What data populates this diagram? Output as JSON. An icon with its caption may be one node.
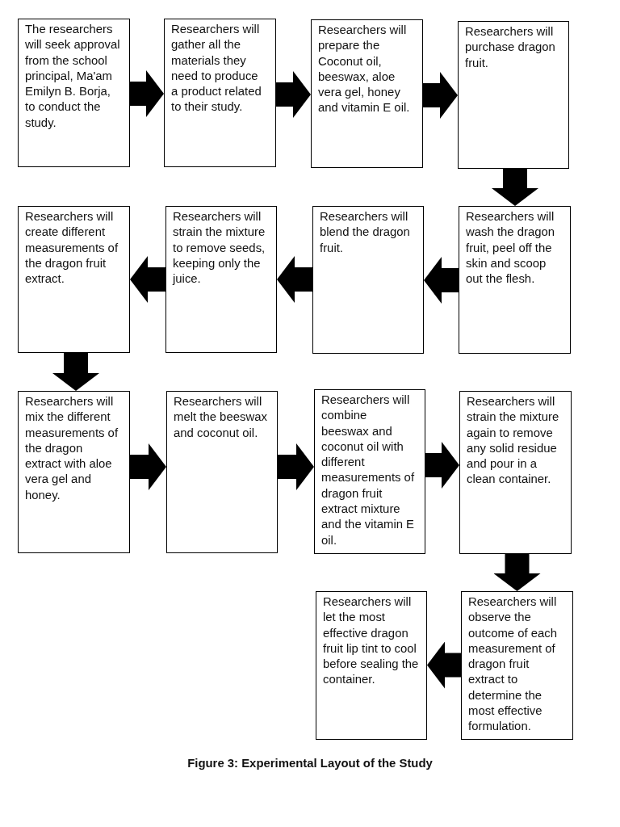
{
  "diagram": {
    "caption": "Figure 3: Experimental Layout of the Study",
    "nodes": [
      {
        "text": [
          "The researchers will seek approval from the school principal, Ma'am Emilyn B. Borja, to conduct the study."
        ]
      },
      {
        "text": [
          "Researchers will gather all the materials they need to produce a product related to their study."
        ]
      },
      {
        "text": [
          "Researchers will prepare the Coconut oil, beeswax, aloe vera gel, honey and vitamin E oil."
        ]
      },
      {
        "text": [
          "Researchers will purchase dragon fruit."
        ]
      },
      {
        "text": [
          "Researchers will wash the dragon fruit, peel off the skin and scoop out the flesh."
        ]
      },
      {
        "text": [
          "Researchers will blend the dragon fruit."
        ]
      },
      {
        "text": [
          "Researchers will strain the mixture to remove seeds, keeping only the juice."
        ]
      },
      {
        "text": [
          "Researchers will create different measurements of the dragon fruit extract."
        ]
      },
      {
        "text": [
          "Researchers will mix the different measurements of the dragon extract with aloe vera gel and honey."
        ]
      },
      {
        "text": [
          "Researchers will melt the beeswax and coconut oil."
        ]
      },
      {
        "text": [
          "Researchers will combine beeswax and coconut oil with different measurements of dragon fruit extract mixture and the vitamin E oil."
        ]
      },
      {
        "text": [
          "Researchers will strain the mixture again to remove any solid residue and pour in a clean container."
        ]
      },
      {
        "text": [
          "Researchers will observe the outcome of each measurement of dragon fruit extract to determine the most effective formulation."
        ]
      },
      {
        "text": [
          "Researchers will let the most effective dragon fruit lip tint to cool before sealing the container."
        ]
      }
    ],
    "edges": [
      {
        "from": 0,
        "to": 1,
        "arrow": "to"
      },
      {
        "from": 1,
        "to": 2,
        "arrow": "to"
      },
      {
        "from": 2,
        "to": 3,
        "arrow": "to"
      },
      {
        "from": 3,
        "to": 4,
        "arrow": "to"
      },
      {
        "from": 4,
        "to": 5,
        "arrow": "to"
      },
      {
        "from": 5,
        "to": 6,
        "arrow": "to"
      },
      {
        "from": 6,
        "to": 7,
        "arrow": "to"
      },
      {
        "from": 7,
        "to": 8,
        "arrow": "to"
      },
      {
        "from": 8,
        "to": 9,
        "arrow": "to"
      },
      {
        "from": 9,
        "to": 10,
        "arrow": "to"
      },
      {
        "from": 10,
        "to": 11,
        "arrow": "to"
      },
      {
        "from": 11,
        "to": 12,
        "arrow": "to"
      },
      {
        "from": 12,
        "to": 13,
        "arrow": "to"
      }
    ]
  }
}
